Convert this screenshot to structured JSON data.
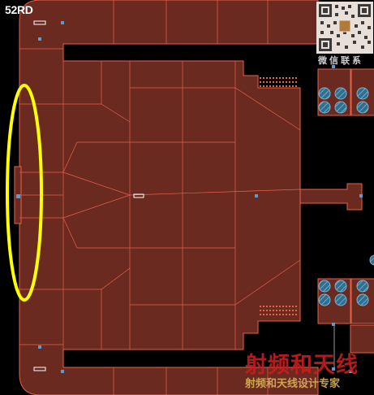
{
  "layout_name": "52RD",
  "watermark": {
    "logo_text": "射频和天线",
    "sub_text": "射频和天线设计专家"
  },
  "qr_caption": "微信联系",
  "colors": {
    "copper": "#6b2a20",
    "outline": "#e8614a",
    "highlight": "#ffff00",
    "via": "#5b9bd5",
    "background": "#000000"
  },
  "icons": [
    "qr-code-icon"
  ]
}
